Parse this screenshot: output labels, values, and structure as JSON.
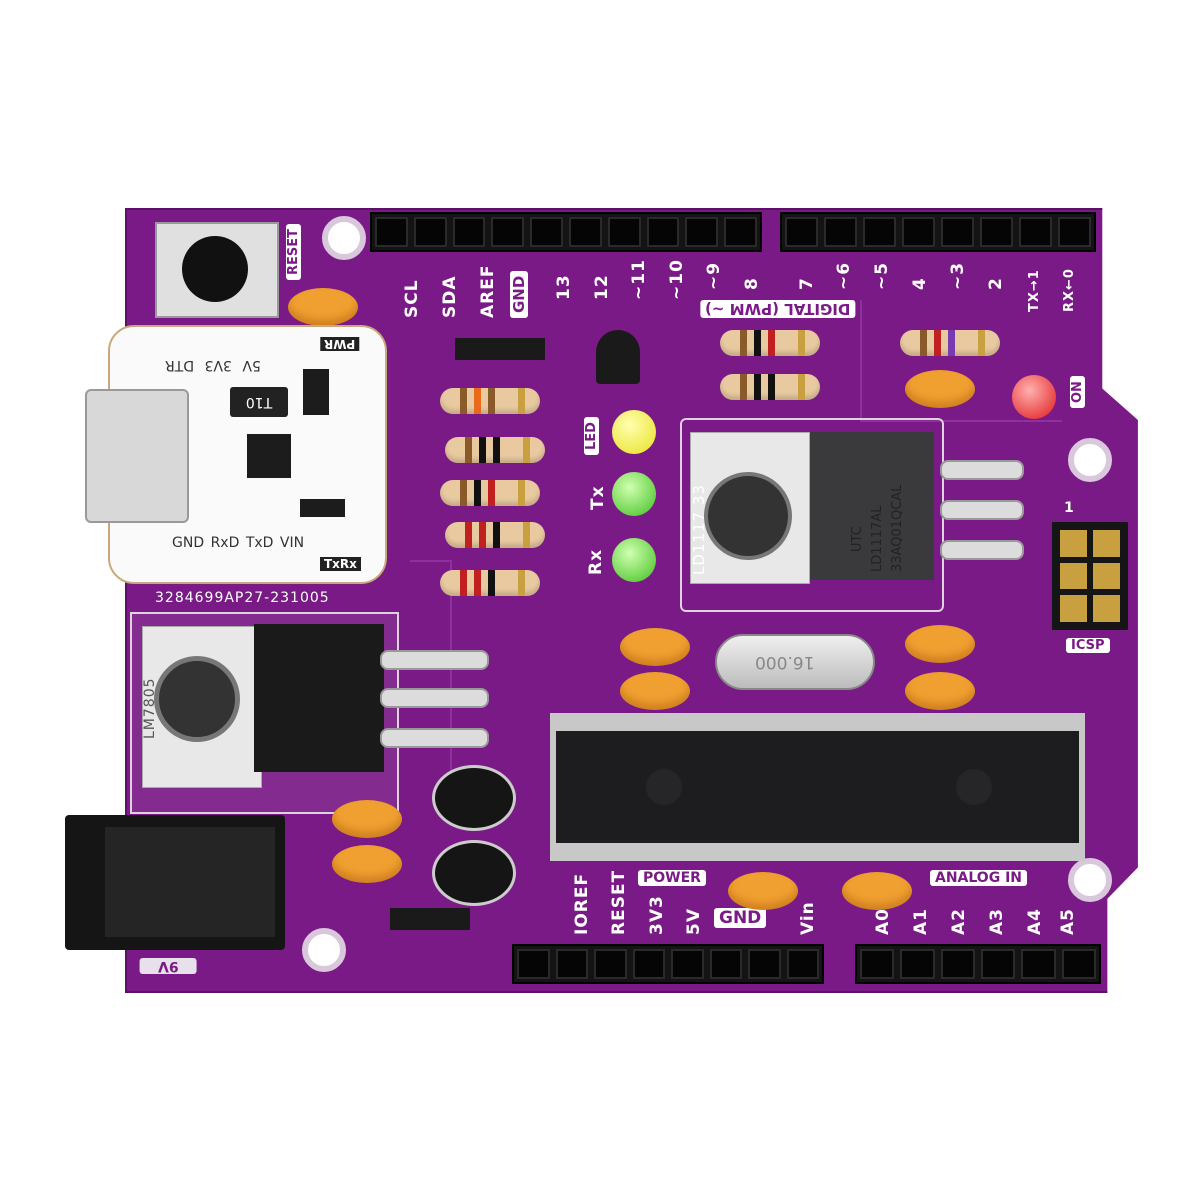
{
  "board": {
    "color": "#7a1a86",
    "top_labels_left": [
      "SCL",
      "SDA",
      "AREF",
      "GND",
      "13",
      "12",
      "~11",
      "~10",
      "~9",
      "8"
    ],
    "top_labels_right": [
      "7",
      "~6",
      "~5",
      "4",
      "~3",
      "2",
      "TX→1",
      "RX←0"
    ],
    "digital_label": "DIGITAL (PWM ~)",
    "reset_label": "RESET",
    "led_label": "LED",
    "tx_label": "Tx",
    "rx_label": "Rx",
    "on_label": "ON",
    "icsp_label": "ICSP",
    "icsp_pin1": "1",
    "power_label": "POWER",
    "analog_label": "ANALOG IN",
    "bottom_power_labels": [
      "IOREF",
      "RESET",
      "3V3",
      "5V"
    ],
    "bottom_gnd_label": "GND",
    "bottom_vin_label": "Vin",
    "analog_pins": [
      "A0",
      "A1",
      "A2",
      "A3",
      "A4",
      "A5"
    ],
    "jack_label": "9V",
    "serial": "3284699AP27-231005"
  },
  "usb_module": {
    "top_pins": [
      "5V",
      "3V3",
      "DTR"
    ],
    "bottom_pins": [
      "GND",
      "RxD",
      "TxD",
      "VIN"
    ],
    "pwr_label": "PWR",
    "txrx_label": "TxRx",
    "fuse_marking": "T10"
  },
  "regulator_5v": {
    "silk": "LM7805"
  },
  "regulator_33": {
    "silk": "LD1117 33",
    "marking": [
      "UTC",
      "LD1117AL",
      "33AQ01QCAL"
    ]
  },
  "crystal": {
    "marking": "16.000"
  }
}
